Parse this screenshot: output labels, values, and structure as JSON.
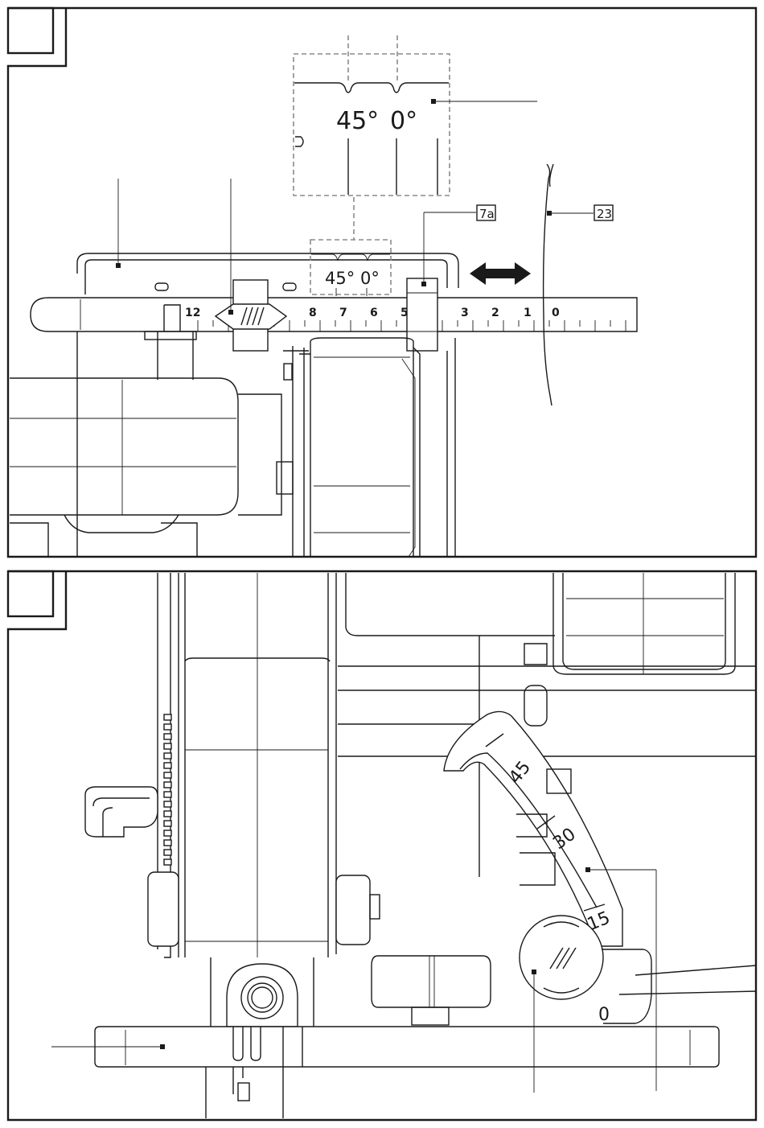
{
  "figure_top": {
    "callout_7a": "7a",
    "callout_23": "23",
    "ruler_ticks": [
      "12",
      "8",
      "7",
      "6",
      "5",
      "3",
      "2",
      "1",
      "0"
    ],
    "window_small": {
      "angle_45": "45°",
      "angle_0": "0°"
    },
    "window_zoom": {
      "angle_45": "45°",
      "angle_0": "0°"
    }
  },
  "figure_bottom": {
    "bevel_scale": [
      "45",
      "30",
      "15",
      "0"
    ]
  },
  "icons": {
    "knob": "locking-knob-icon",
    "arrow": "double-arrow-icon"
  },
  "colors": {
    "line": "#1a1a1a",
    "dashed": "#8a8a8a",
    "background": "#ffffff"
  }
}
